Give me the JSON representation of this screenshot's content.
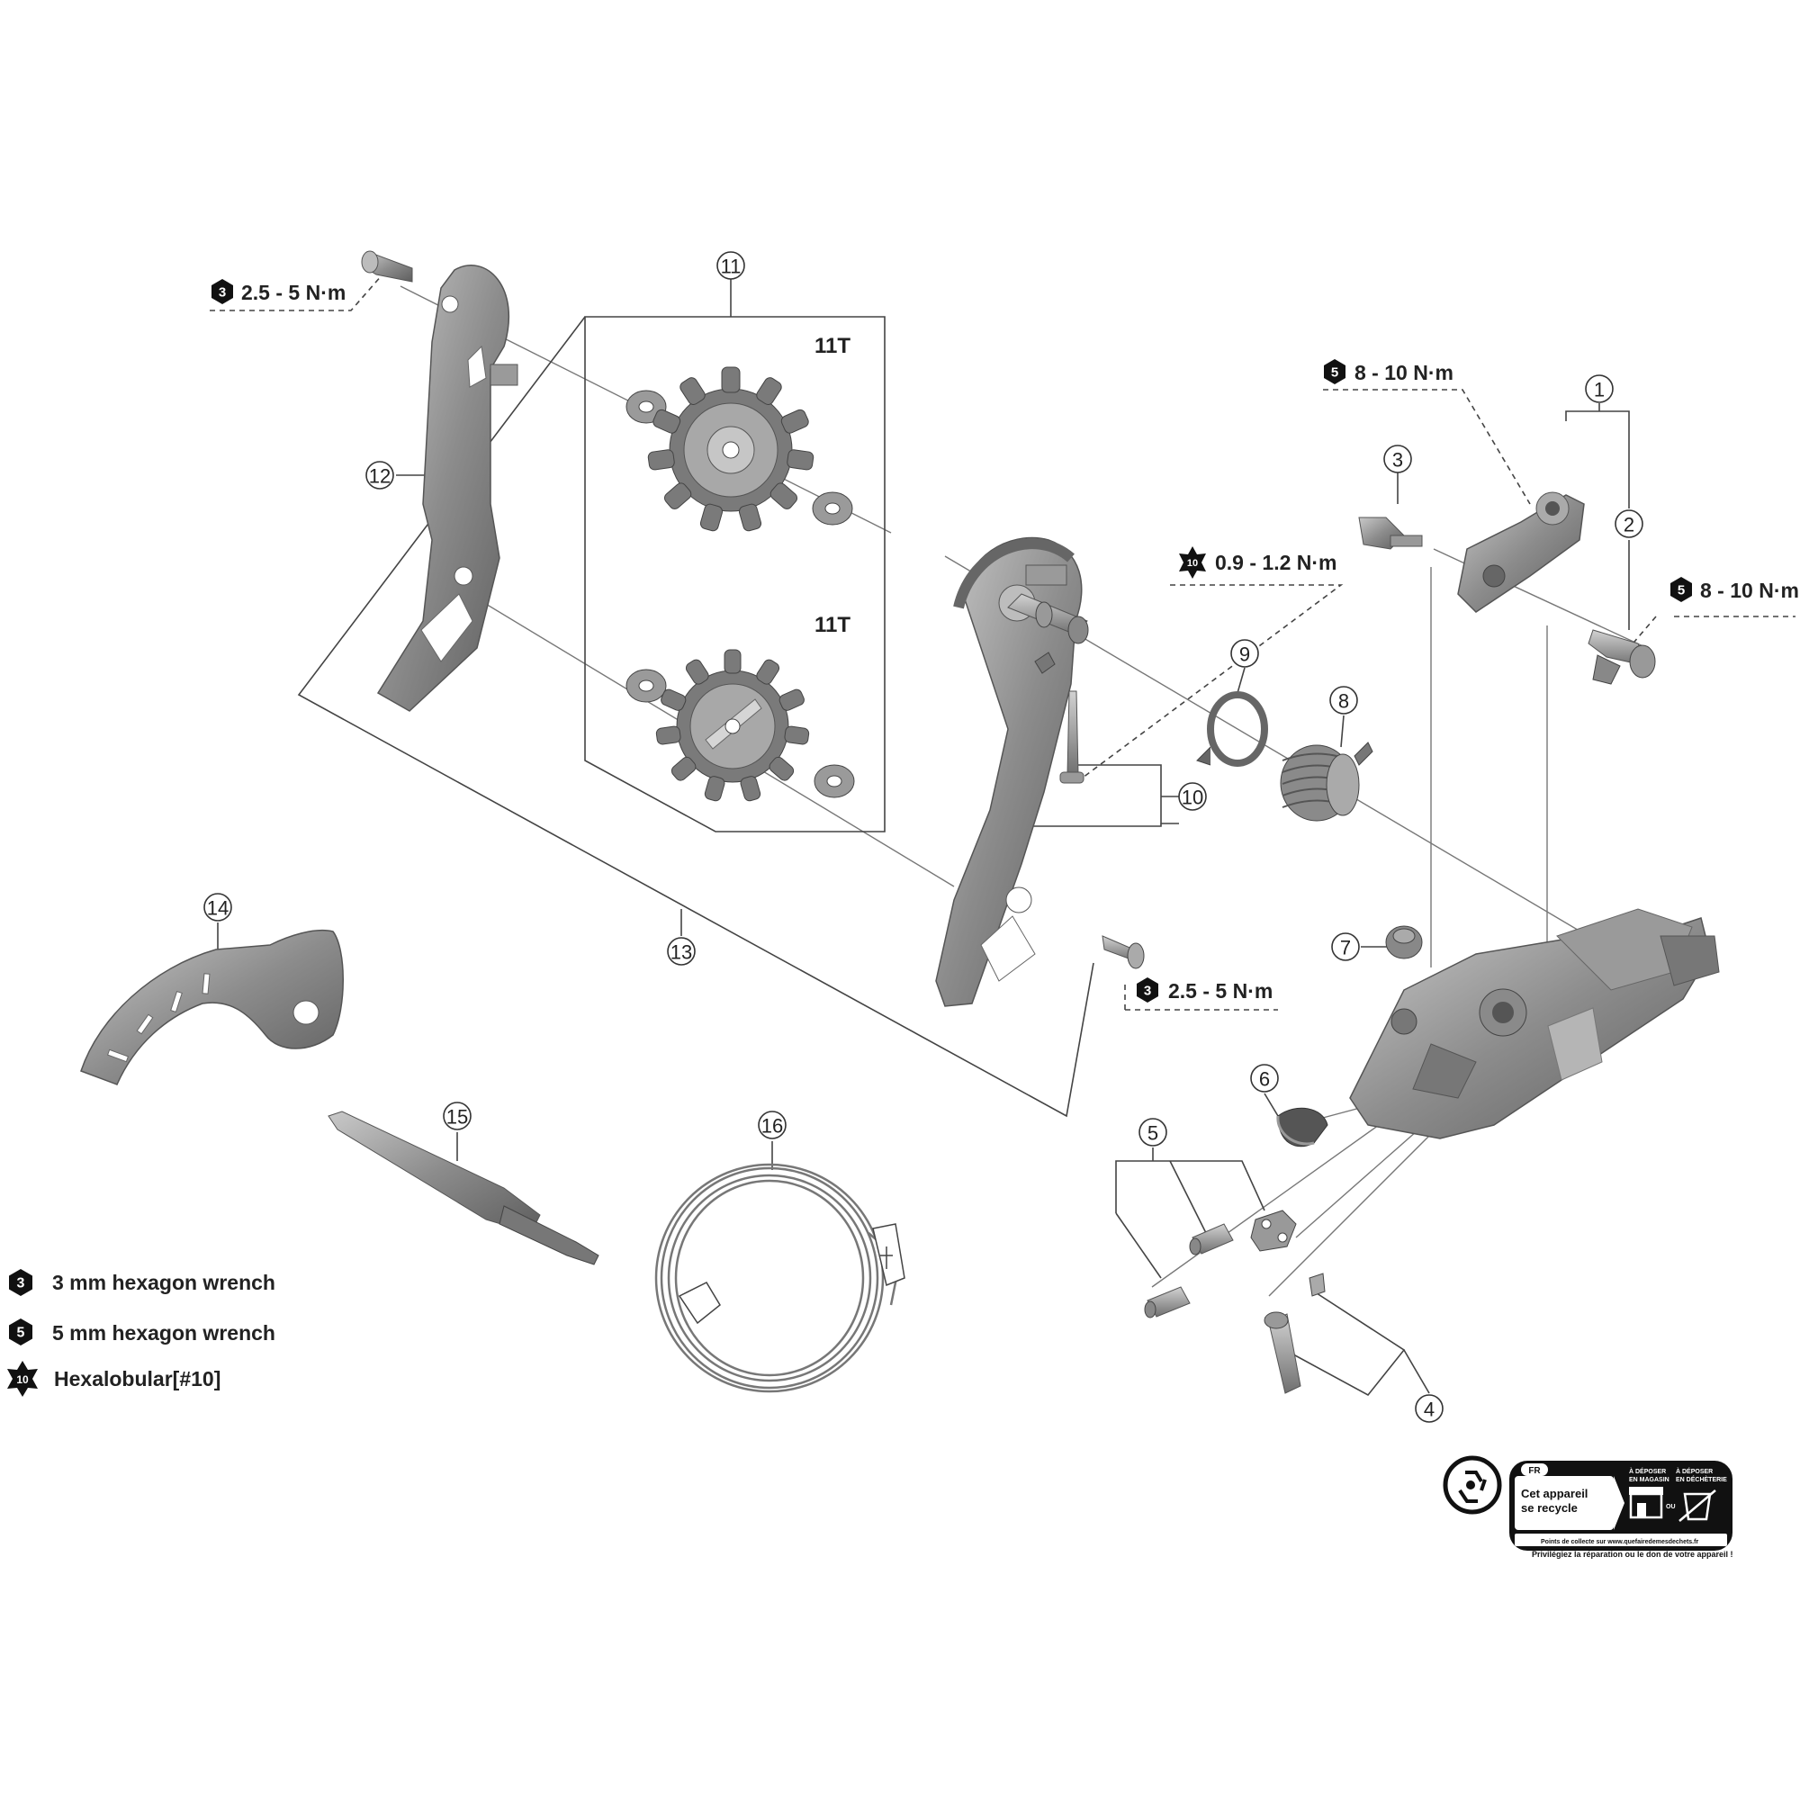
{
  "callouts": [
    "1",
    "2",
    "3",
    "4",
    "5",
    "6",
    "7",
    "8",
    "9",
    "10",
    "11",
    "12",
    "13",
    "14",
    "15",
    "16"
  ],
  "tooth_labels": {
    "upper": "11T",
    "lower": "11T"
  },
  "torque": {
    "t1": {
      "tool": "3",
      "value": "2.5 - 5 N·m"
    },
    "t2": {
      "tool": "5",
      "value": "8 - 10 N·m"
    },
    "t3": {
      "tool": "10",
      "value": "0.9 - 1.2 N·m"
    },
    "t4": {
      "tool": "5",
      "value": "8 - 10 N·m"
    },
    "t5": {
      "tool": "3",
      "value": "2.5 - 5 N·m"
    }
  },
  "legend": [
    {
      "tool": "3",
      "text": "3 mm hexagon wrench"
    },
    {
      "tool": "5",
      "text": "5 mm hexagon wrench"
    },
    {
      "tool": "10",
      "text": "Hexalobular[#10]"
    }
  ],
  "recycle_label": {
    "country": "FR",
    "main": "Cet appareil",
    "main2": "se recycle",
    "opt1a": "À DÉPOSER",
    "opt1b": "EN MAGASIN",
    "ou": "OU",
    "opt2a": "À DÉPOSER",
    "opt2b": "EN DÉCHÈTERIE",
    "foot1": "Points de collecte sur www.quefairedemesdechets.fr",
    "foot2": "Privilégiez la réparation ou le don de votre appareil !"
  }
}
